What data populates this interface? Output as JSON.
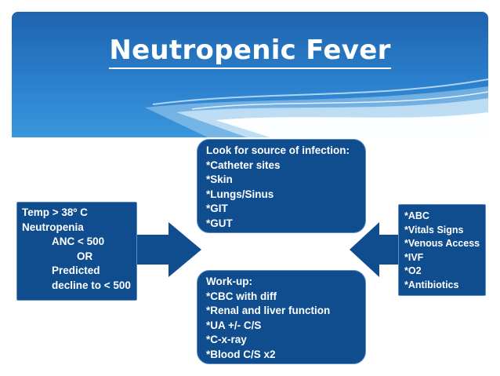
{
  "title": "Neutropenic Fever",
  "colors": {
    "box_fill": "#0f4d8f",
    "header_top": "#1f63ad",
    "header_bottom": "#3a97dc"
  },
  "criteria_box": {
    "lines": [
      "Temp > 38º C",
      "Neutropenia",
      "ANC < 500",
      "OR",
      "Predicted",
      "decline to < 500"
    ]
  },
  "infection_box": {
    "lines": [
      "Look for source of infection:",
      "*Catheter sites",
      "*Skin",
      "*Lungs/Sinus",
      "*GIT",
      "*GUT"
    ]
  },
  "workup_box": {
    "lines": [
      "Work-up:",
      "*CBC with diff",
      "*Renal and liver function",
      "*UA +/- C/S",
      "*C-x-ray",
      "*Blood C/S x2"
    ]
  },
  "management_box": {
    "lines": [
      "*ABC",
      "*Vitals Signs",
      "*Venous Access",
      "*IVF",
      "*O2",
      "*Antibiotics"
    ]
  }
}
